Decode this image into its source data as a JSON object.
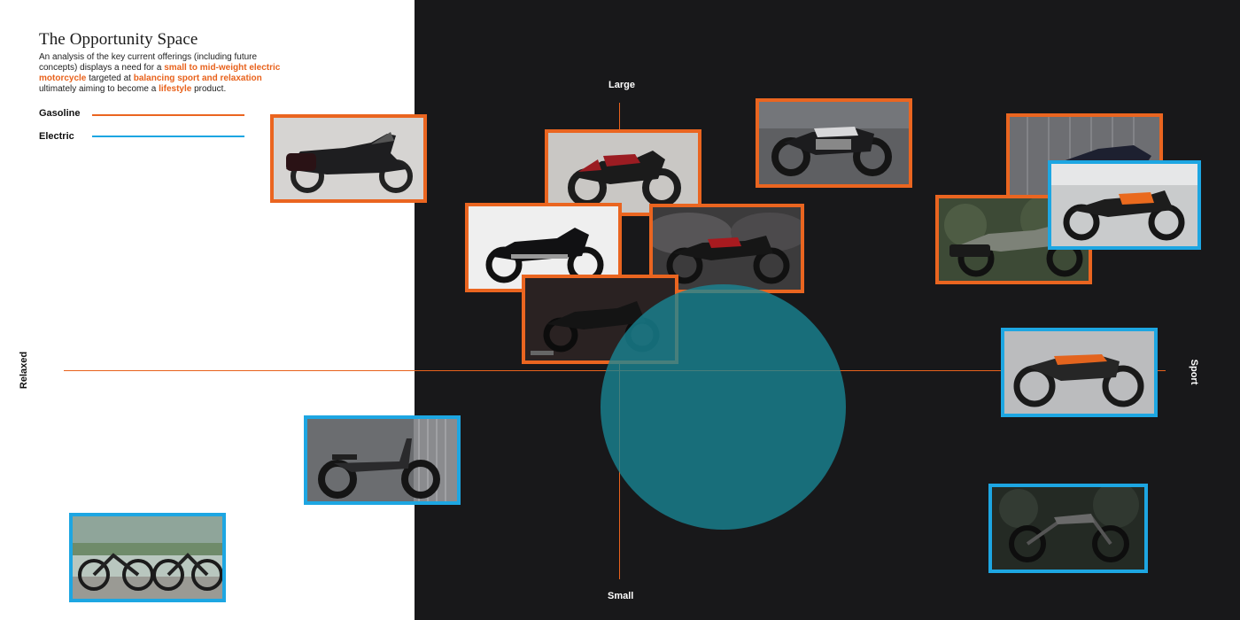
{
  "header": {
    "title": "The Opportunity Space",
    "desc_part1": "An analysis of the key current offerings (including future concepts) displays a need for a ",
    "desc_hl1": "small to mid-weight electric motorcycle",
    "desc_part2": " targeted at ",
    "desc_hl2": "balancing sport and relaxation",
    "desc_part3": " ultimately aiming to become a ",
    "desc_hl3": "lifestyle",
    "desc_part4": " product."
  },
  "legend": {
    "gasoline": "Gasoline",
    "electric": "Electric",
    "gasoline_color": "#ea6520",
    "electric_color": "#1da6e2"
  },
  "axes": {
    "top": "Large",
    "bottom": "Small",
    "left": "Relaxed",
    "right": "Sport"
  },
  "cards": [
    {
      "id": "touring",
      "type": "gasoline",
      "icon": "touring-motorcycle-photo"
    },
    {
      "id": "fatbob",
      "type": "gasoline",
      "icon": "cruiser-motorcycle-photo"
    },
    {
      "id": "custom",
      "type": "gasoline",
      "icon": "custom-motorcycle-photo"
    },
    {
      "id": "lowrider",
      "type": "gasoline",
      "icon": "cruiser-motorcycle-photo"
    },
    {
      "id": "sportster",
      "type": "gasoline",
      "icon": "sportster-motorcycle-photo"
    },
    {
      "id": "street",
      "type": "gasoline",
      "icon": "street-motorcycle-photo"
    },
    {
      "id": "streetfighter",
      "type": "gasoline",
      "icon": "streetfighter-motorcycle-photo"
    },
    {
      "id": "adventure",
      "type": "gasoline",
      "icon": "adventure-motorcycle-photo"
    },
    {
      "id": "livewire",
      "type": "electric",
      "icon": "electric-motorcycle-photo"
    },
    {
      "id": "flattrack",
      "type": "electric",
      "icon": "electric-flattrack-photo"
    },
    {
      "id": "scooter",
      "type": "electric",
      "icon": "electric-scooter-photo"
    },
    {
      "id": "dirtbike",
      "type": "electric",
      "icon": "electric-dirtbike-photo"
    },
    {
      "id": "ebicycle",
      "type": "electric",
      "icon": "electric-bicycle-photo"
    }
  ],
  "colors": {
    "dark_bg": "#18181a",
    "axis": "#e8621c",
    "target_circle": "#188696"
  }
}
